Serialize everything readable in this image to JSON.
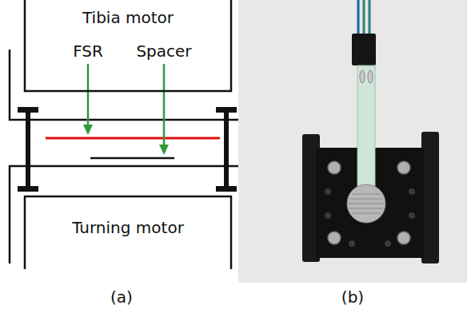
{
  "diagram": {
    "nodes": [
      {
        "text": [
          "Tibia motor"
        ]
      },
      {
        "text": [
          "Turning motor"
        ]
      }
    ],
    "labels": [
      "FSR",
      "Spacer",
      "(a)",
      "(b)"
    ]
  }
}
